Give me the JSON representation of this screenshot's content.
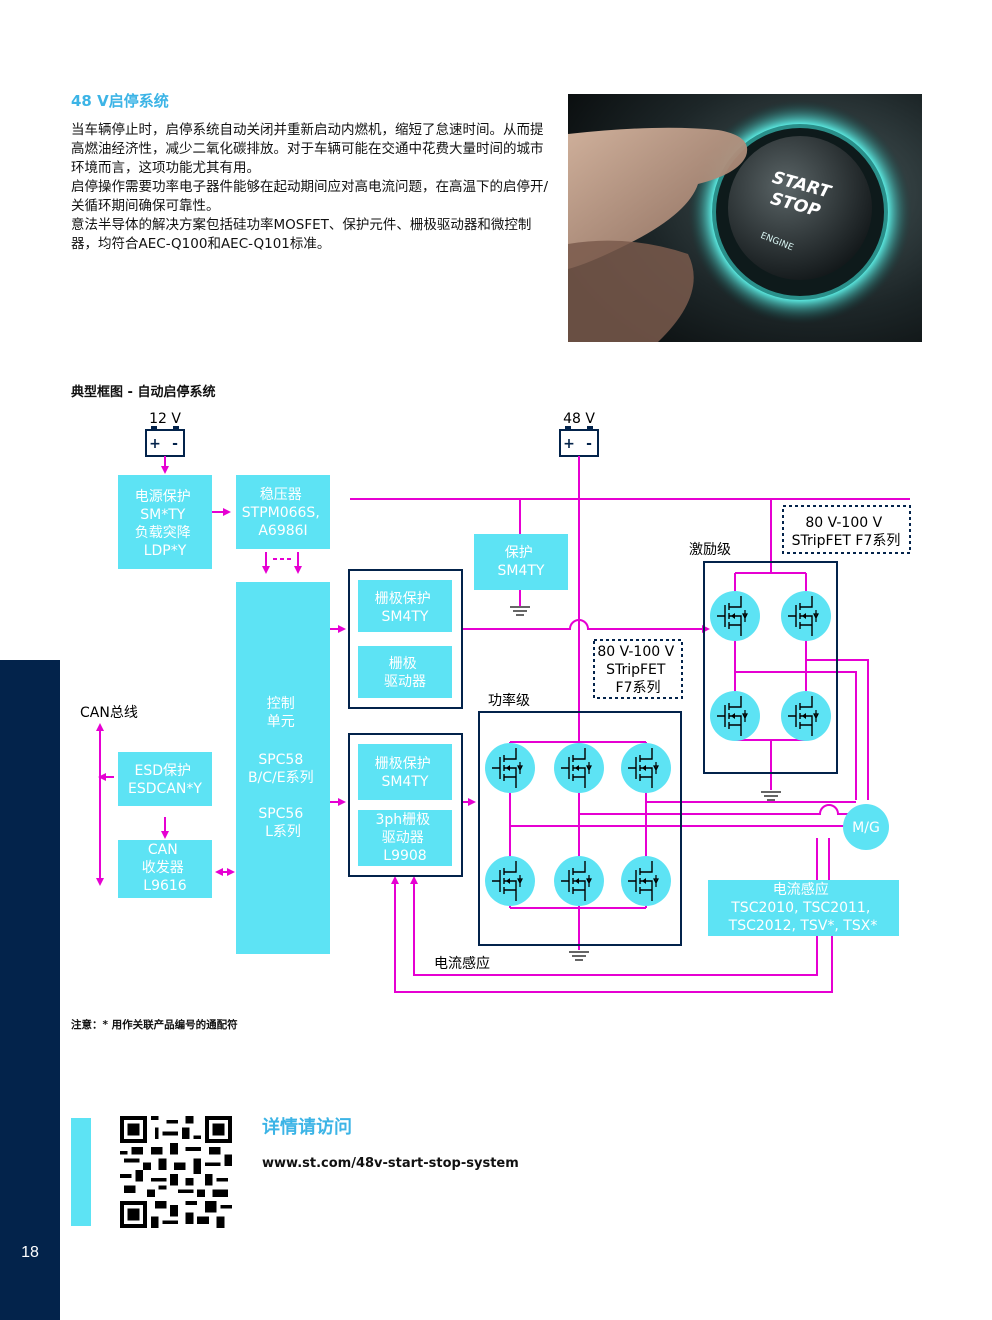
{
  "page": {
    "number": "18"
  },
  "section": {
    "title": "48 V启停系统",
    "paragraphs": [
      "当车辆停止时，启停系统自动关闭并重新启动内燃机，缩短了怠速时间。从而提高燃油经济性，减少二氧化碳排放。对于车辆可能在交通中花费大量时间的城市环境而言，这项功能尤其有用。",
      "启停操作需要功率电子器件能够在起动期间应对高电流问题，在高温下的启停开/关循环期间确保可靠性。",
      "意法半导体的解决方案包括硅功率MOSFET、保护元件、栅极驱动器和微控制器，均符合AEC-Q100和AEC-Q101标准。"
    ]
  },
  "photo": {
    "button_line1": "START",
    "button_line2": "STOP",
    "button_ring": "ENGINE"
  },
  "diagram": {
    "title": "典型框图 - 自动启停系统",
    "batt12": "12 V",
    "batt48": "48 V",
    "power_protect": [
      "电源保护",
      "SM*TY",
      "负载突降",
      "LDP*Y"
    ],
    "regulator": [
      "稳压器",
      "STPM066S,",
      "A6986I"
    ],
    "control": [
      "控制",
      "单元",
      "",
      "SPC58",
      "B/C/E系列",
      "",
      "SPC56",
      "L系列"
    ],
    "gate_protect1": [
      "栅极保护",
      "SM4TY"
    ],
    "gate_driver1": [
      "栅极",
      "驱动器"
    ],
    "gate_protect2": [
      "栅极保护",
      "SM4TY"
    ],
    "gate_driver2": [
      "3ph栅极",
      "驱动器",
      "L9908"
    ],
    "protect_48": [
      "保护",
      "SM4TY"
    ],
    "stripfet_top": [
      "80 V-100 V",
      "STripFET F7系列"
    ],
    "stripfet_mid": [
      "80 V-100 V",
      "STripFET",
      "F7系列"
    ],
    "excitation_label": "激励级",
    "power_stage_label": "功率级",
    "can_bus": "CAN总线",
    "esd": [
      "ESD保护",
      "ESDCAN*Y"
    ],
    "can_tx": [
      "CAN",
      "收发器",
      "L9616"
    ],
    "mg": "M/G",
    "current_sense_box": [
      "电流感应",
      "TSC2010, TSC2011,",
      "TSC2012, TSV*, TSX*"
    ],
    "current_sense_label": "电流感应",
    "colors": {
      "box": "#5de3f4",
      "wire": "#e600d2",
      "navy": "#03234b",
      "accent": "#3cb4e6"
    }
  },
  "note": "注意：* 用作关联产品编号的通配符",
  "more": {
    "title": "详情请访问",
    "url": "www.st.com/48v-start-stop-system"
  }
}
